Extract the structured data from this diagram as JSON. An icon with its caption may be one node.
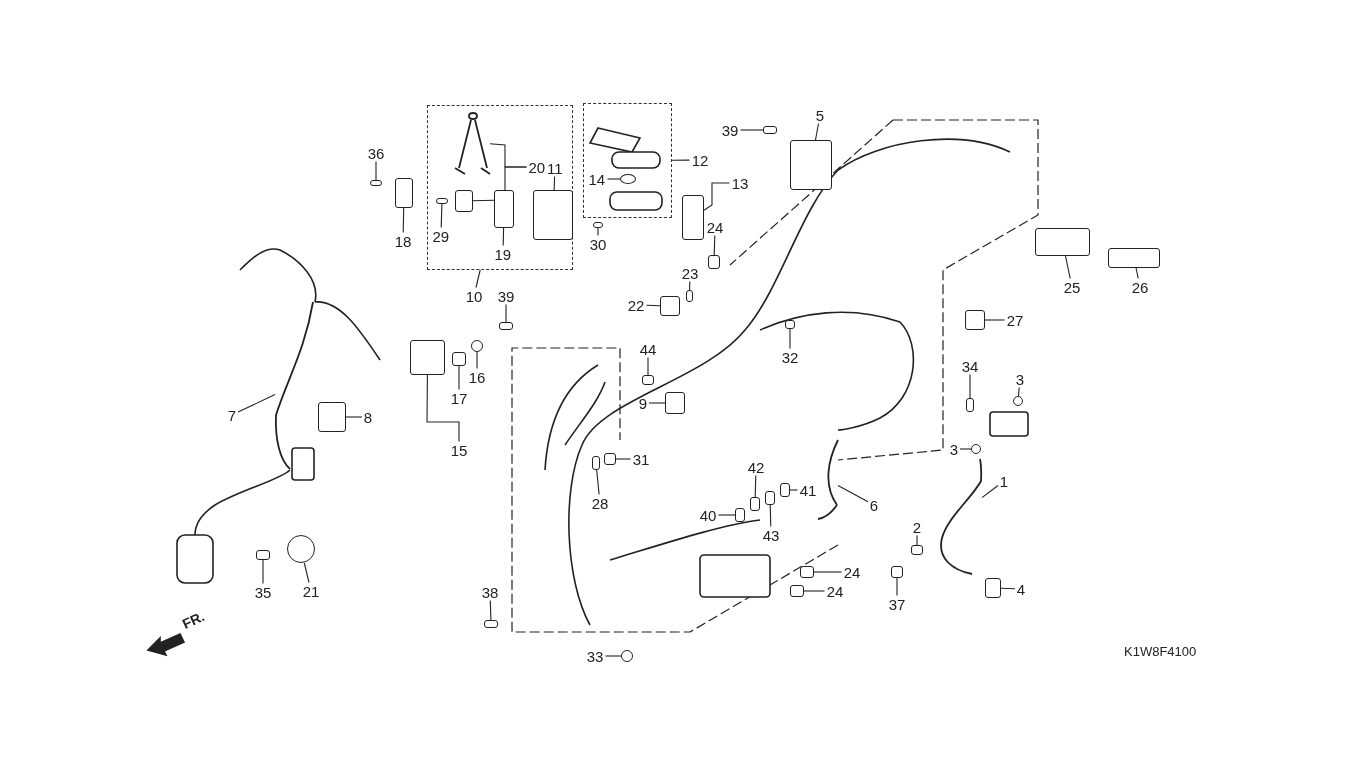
{
  "diagram": {
    "nodes": [
      {
        "text": [],
        "shape": "box"
      },
      {
        "text": [],
        "shape": "box"
      },
      {
        "text": [
          "5"
        ]
      },
      {
        "text": [
          "39"
        ]
      },
      {
        "text": [
          "36"
        ]
      },
      {
        "text": [
          "20"
        ],
        "in": 0
      },
      {
        "text": [
          "11"
        ],
        "in": 0
      },
      {
        "text": [
          "12"
        ]
      },
      {
        "text": [
          "13"
        ]
      },
      {
        "text": [
          "14"
        ],
        "in": 1
      },
      {
        "text": [
          "18"
        ]
      },
      {
        "text": [
          "29"
        ],
        "in": 0
      },
      {
        "text": [
          "19"
        ],
        "in": 0
      },
      {
        "text": [
          "30"
        ]
      },
      {
        "text": [
          "24"
        ]
      },
      {
        "text": [
          "23"
        ]
      },
      {
        "text": [
          "22"
        ]
      },
      {
        "text": [
          "10"
        ]
      },
      {
        "text": [
          "39"
        ]
      },
      {
        "text": [
          "25"
        ]
      },
      {
        "text": [
          "26"
        ]
      },
      {
        "text": [
          "27"
        ]
      },
      {
        "text": [
          "32"
        ]
      },
      {
        "text": [
          "44"
        ]
      },
      {
        "text": [
          "16"
        ]
      },
      {
        "text": [
          "7"
        ]
      },
      {
        "text": [
          "8"
        ]
      },
      {
        "text": [
          "17"
        ]
      },
      {
        "text": [
          "9"
        ]
      },
      {
        "text": [
          "34"
        ]
      },
      {
        "text": [
          "3"
        ]
      },
      {
        "text": [
          "3"
        ]
      },
      {
        "text": [
          "15"
        ]
      },
      {
        "text": [
          "31"
        ]
      },
      {
        "text": [
          "28"
        ]
      },
      {
        "text": [
          "42"
        ]
      },
      {
        "text": [
          "41"
        ]
      },
      {
        "text": [
          "40"
        ]
      },
      {
        "text": [
          "43"
        ]
      },
      {
        "text": [
          "6"
        ]
      },
      {
        "text": [
          "1"
        ]
      },
      {
        "text": [
          "2"
        ]
      },
      {
        "text": [
          "24"
        ]
      },
      {
        "text": [
          "24"
        ]
      },
      {
        "text": [
          "4"
        ]
      },
      {
        "text": [
          "35"
        ]
      },
      {
        "text": [
          "21"
        ]
      },
      {
        "text": [
          "37"
        ]
      },
      {
        "text": [
          "38"
        ]
      },
      {
        "text": [
          "33"
        ]
      },
      {
        "text": [],
        "shape": "box"
      },
      {
        "text": [],
        "shape": "box"
      },
      {
        "text": [],
        "shape": "box"
      },
      {
        "text": [],
        "shape": "picture",
        "in": 0
      },
      {
        "text": [],
        "shape": "box",
        "in": 0
      },
      {
        "text": [],
        "shape": "box",
        "in": 0
      },
      {
        "text": [],
        "shape": "box"
      },
      {
        "text": [],
        "shape": "circle",
        "in": 1
      },
      {
        "text": [],
        "shape": "box"
      },
      {
        "text": [],
        "shape": "box",
        "in": 0
      },
      {
        "text": [],
        "shape": "box",
        "in": 0
      },
      {
        "text": [],
        "shape": "box"
      },
      {
        "text": [],
        "shape": "box"
      },
      {
        "text": [],
        "shape": "box"
      },
      {
        "text": [],
        "shape": "box"
      },
      {
        "text": [],
        "shape": "box"
      },
      {
        "text": [],
        "shape": "box"
      },
      {
        "text": [],
        "shape": "box"
      },
      {
        "text": [],
        "shape": "box"
      },
      {
        "text": [],
        "shape": "box"
      },
      {
        "text": [],
        "shape": "box"
      },
      {
        "text": [],
        "shape": "circle"
      },
      {
        "text": [],
        "shape": "picture"
      },
      {
        "text": [],
        "shape": "box"
      },
      {
        "text": [],
        "shape": "box"
      },
      {
        "text": [],
        "shape": "box"
      },
      {
        "text": [],
        "shape": "box"
      },
      {
        "text": [],
        "shape": "circle"
      },
      {
        "text": [],
        "shape": "circle"
      },
      {
        "text": [],
        "shape": "box"
      },
      {
        "text": [],
        "shape": "box"
      },
      {
        "text": [],
        "shape": "box"
      },
      {
        "text": [],
        "shape": "box"
      },
      {
        "text": [],
        "shape": "box"
      },
      {
        "text": [],
        "shape": "box"
      },
      {
        "text": [],
        "shape": "box"
      },
      {
        "text": [],
        "shape": "picture"
      },
      {
        "text": [],
        "shape": "picture"
      },
      {
        "text": [],
        "shape": "box"
      },
      {
        "text": [],
        "shape": "box"
      },
      {
        "text": [],
        "shape": "box"
      },
      {
        "text": [],
        "shape": "box"
      },
      {
        "text": [],
        "shape": "box"
      },
      {
        "text": [],
        "shape": "circle"
      },
      {
        "text": [],
        "shape": "box"
      },
      {
        "text": [],
        "shape": "box"
      },
      {
        "text": [],
        "shape": "circle"
      }
    ],
    "edges": [
      {
        "from": 2,
        "to": 50,
        "arrow": "none"
      },
      {
        "from": 3,
        "to": 51,
        "arrow": "none"
      },
      {
        "from": 4,
        "to": 52,
        "arrow": "none"
      },
      {
        "from": 5,
        "to": 53,
        "arrow": "none"
      },
      {
        "from": 5,
        "to": 54,
        "arrow": "none"
      },
      {
        "from": 6,
        "to": 55,
        "arrow": "none"
      },
      {
        "from": 7,
        "to": 1,
        "arrow": "none"
      },
      {
        "from": 8,
        "to": 56,
        "arrow": "none"
      },
      {
        "from": 9,
        "to": 57,
        "arrow": "none"
      },
      {
        "from": 10,
        "to": 58,
        "arrow": "none"
      },
      {
        "from": 11,
        "to": 59,
        "arrow": "none"
      },
      {
        "from": 12,
        "to": 60,
        "arrow": "none"
      },
      {
        "from": 13,
        "to": 61,
        "arrow": "none"
      },
      {
        "from": 14,
        "to": 62,
        "arrow": "none"
      },
      {
        "from": 15,
        "to": 63,
        "arrow": "none"
      },
      {
        "from": 16,
        "to": 64,
        "arrow": "none"
      },
      {
        "from": 17,
        "to": 0,
        "arrow": "none"
      },
      {
        "from": 18,
        "to": 65,
        "arrow": "none"
      },
      {
        "from": 19,
        "to": 66,
        "arrow": "none"
      },
      {
        "from": 20,
        "to": 67,
        "arrow": "none"
      },
      {
        "from": 21,
        "to": 68,
        "arrow": "none"
      },
      {
        "from": 22,
        "to": 69,
        "arrow": "none"
      },
      {
        "from": 23,
        "to": 70,
        "arrow": "none"
      },
      {
        "from": 24,
        "to": 71,
        "arrow": "none"
      },
      {
        "from": 25,
        "to": 72,
        "arrow": "none"
      },
      {
        "from": 26,
        "to": 73,
        "arrow": "none"
      },
      {
        "from": 27,
        "to": 74,
        "arrow": "none"
      },
      {
        "from": 28,
        "to": 75,
        "arrow": "none"
      },
      {
        "from": 29,
        "to": 76,
        "arrow": "none"
      },
      {
        "from": 30,
        "to": 77,
        "arrow": "none"
      },
      {
        "from": 31,
        "to": 78,
        "arrow": "none"
      },
      {
        "from": 32,
        "to": 79,
        "arrow": "none"
      },
      {
        "from": 33,
        "to": 80,
        "arrow": "none"
      },
      {
        "from": 34,
        "to": 81,
        "arrow": "none"
      },
      {
        "from": 35,
        "to": 82,
        "arrow": "none"
      },
      {
        "from": 36,
        "to": 83,
        "arrow": "none"
      },
      {
        "from": 37,
        "to": 84,
        "arrow": "none"
      },
      {
        "from": 38,
        "to": 85,
        "arrow": "none"
      },
      {
        "from": 39,
        "to": 86,
        "arrow": "none"
      },
      {
        "from": 40,
        "to": 87,
        "arrow": "none"
      },
      {
        "from": 41,
        "to": 88,
        "arrow": "none"
      },
      {
        "from": 42,
        "to": 89,
        "arrow": "none"
      },
      {
        "from": 43,
        "to": 90,
        "arrow": "none"
      },
      {
        "from": 44,
        "to": 91,
        "arrow": "none"
      },
      {
        "from": 45,
        "to": 92,
        "arrow": "none"
      },
      {
        "from": 46,
        "to": 93,
        "arrow": "none"
      },
      {
        "from": 47,
        "to": 94,
        "arrow": "none"
      },
      {
        "from": 48,
        "to": 95,
        "arrow": "none"
      },
      {
        "from": 49,
        "to": 96,
        "arrow": "none"
      }
    ],
    "labels": [
      "FR.",
      "K1W8F4100"
    ]
  }
}
